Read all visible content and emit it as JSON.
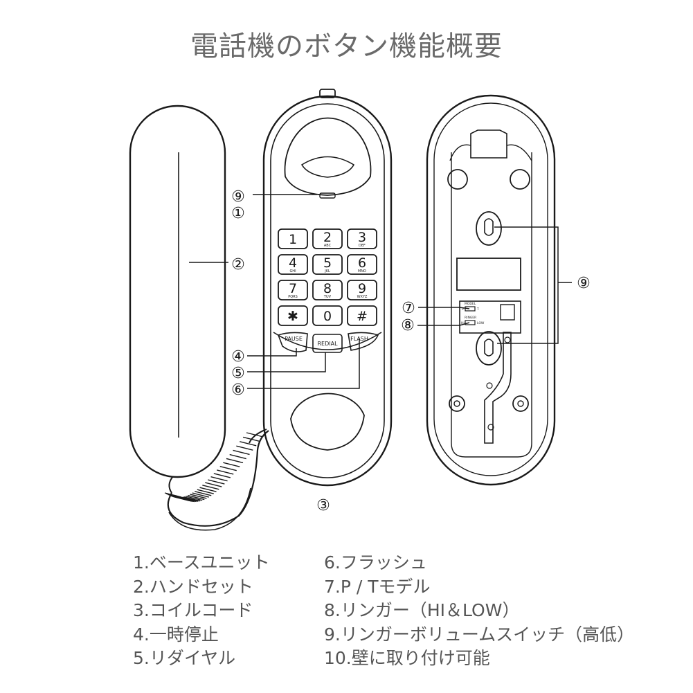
{
  "title": "電話機のボタン機能概要",
  "keypad": {
    "keys": [
      {
        "digit": "1",
        "letters": ""
      },
      {
        "digit": "2",
        "letters": "ABC"
      },
      {
        "digit": "3",
        "letters": "DEF"
      },
      {
        "digit": "4",
        "letters": "GHI"
      },
      {
        "digit": "5",
        "letters": "JKL"
      },
      {
        "digit": "6",
        "letters": "MNO"
      },
      {
        "digit": "7",
        "letters": "PQRS"
      },
      {
        "digit": "8",
        "letters": "TUV"
      },
      {
        "digit": "9",
        "letters": "WXYZ"
      },
      {
        "digit": "✱",
        "letters": ""
      },
      {
        "digit": "0",
        "letters": ""
      },
      {
        "digit": "#",
        "letters": ""
      }
    ],
    "function_keys": {
      "pause": "PAUSE",
      "redial": "REDIAL",
      "flash": "FLASH"
    }
  },
  "switch_labels": {
    "model": "MODEL",
    "p": "P",
    "t": "T",
    "ringer": "RINGER",
    "hi": "HI",
    "low": "LOW"
  },
  "callouts": {
    "c1": "①",
    "c2": "②",
    "c3": "③",
    "c4": "④",
    "c5": "⑤",
    "c6": "⑥",
    "c7": "⑦",
    "c8": "⑧",
    "c9_front": "⑨",
    "c9_back": "⑨"
  },
  "legend": {
    "left": [
      "1.ベースユニット",
      "2.ハンドセット",
      "3.コイルコード",
      "4.一時停止",
      "5.リダイヤル"
    ],
    "right": [
      "6.フラッシュ",
      "7.P / Tモデル",
      "8.リンガー（HI＆LOW）",
      "9.リンガーボリュームスイッチ（高低）",
      "10.壁に取り付け可能"
    ]
  }
}
